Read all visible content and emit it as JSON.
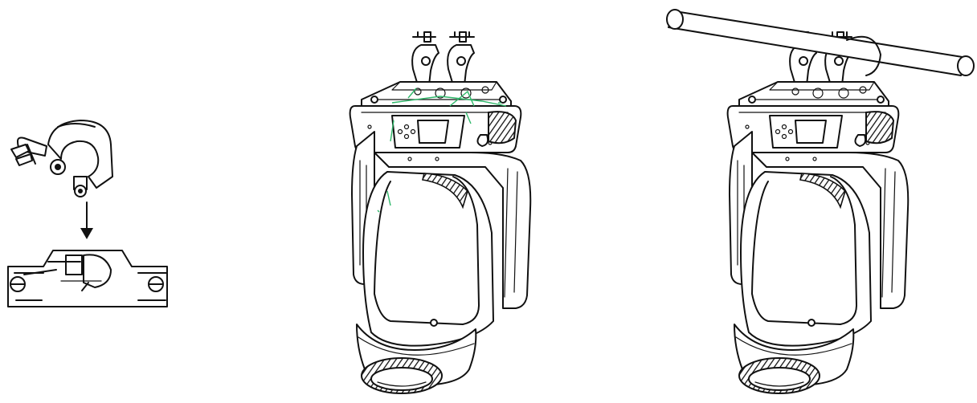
{
  "figures": [
    {
      "id": "clamp-detail",
      "icon": "clamp-to-bracket-icon"
    },
    {
      "id": "fixture-with-clamps",
      "icon": "moving-head-fixture-icon"
    },
    {
      "id": "fixture-on-truss",
      "icon": "moving-head-on-truss-icon"
    }
  ],
  "colors": {
    "line": "#111111",
    "background": "#ffffff",
    "highlight": "#2fb86a"
  }
}
